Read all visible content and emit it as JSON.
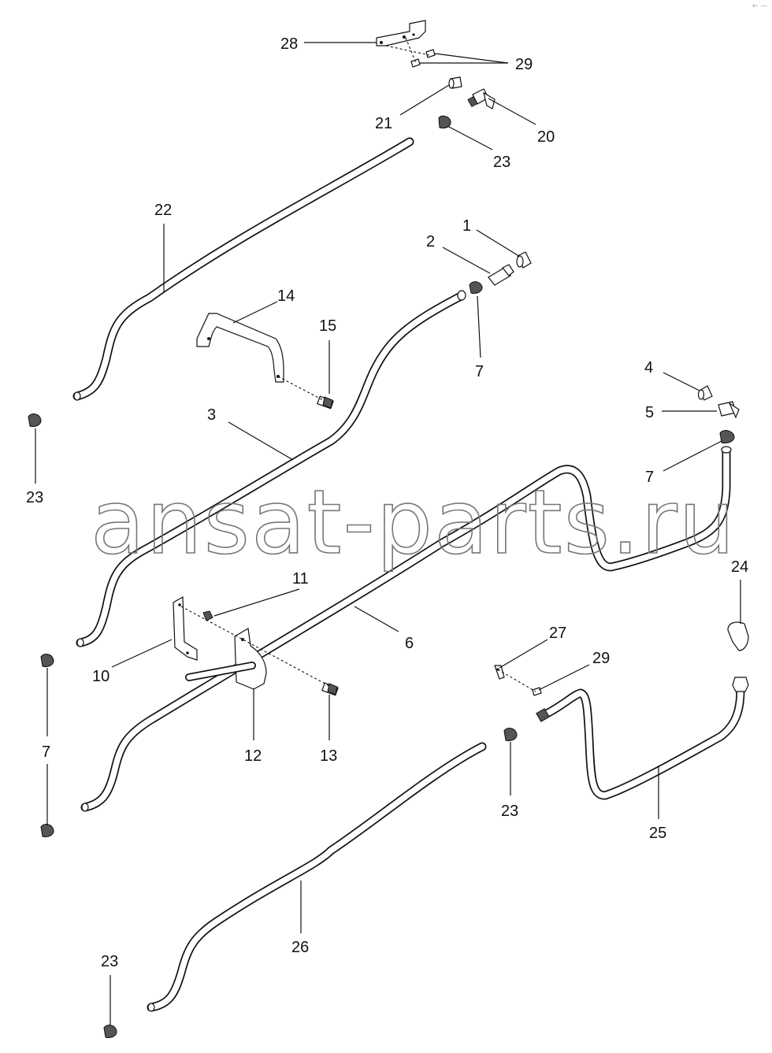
{
  "watermark": "ansat-parts.ru",
  "corner_mark": "← —",
  "callouts": {
    "c28": "28",
    "c29a": "29",
    "c21": "21",
    "c20": "20",
    "c23a": "23",
    "c22": "22",
    "c1": "1",
    "c2": "2",
    "c14": "14",
    "c15": "15",
    "c7a": "7",
    "c3": "3",
    "c4": "4",
    "c5": "5",
    "c23b": "23",
    "c7b": "7",
    "c11": "11",
    "c24": "24",
    "c6": "6",
    "c27": "27",
    "c10": "10",
    "c29b": "29",
    "c7c": "7",
    "c12": "12",
    "c13": "13",
    "c23c": "23",
    "c25": "25",
    "c26": "26",
    "c23d": "23"
  }
}
